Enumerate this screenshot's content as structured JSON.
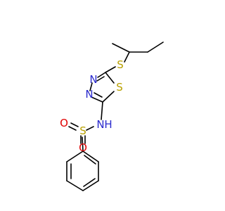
{
  "atoms": {
    "thioether_s": {
      "symbol": "S",
      "color": "#b8a000"
    },
    "ring_s": {
      "symbol": "S",
      "color": "#b8a000"
    },
    "ring_n_upper": {
      "symbol": "N",
      "color": "#2a2acd"
    },
    "ring_n_lower": {
      "symbol": "N",
      "color": "#2a2acd"
    },
    "amide_n": {
      "symbol": "N",
      "color": "#2a2acd"
    },
    "amide_h": {
      "symbol": "H",
      "color": "#2a2acd"
    },
    "sulfonyl_s": {
      "symbol": "S",
      "color": "#b8a000"
    },
    "oxygen_left": {
      "symbol": "O",
      "color": "#e00000"
    },
    "oxygen_right": {
      "symbol": "O",
      "color": "#e00000"
    }
  },
  "bond_color": "#000000"
}
